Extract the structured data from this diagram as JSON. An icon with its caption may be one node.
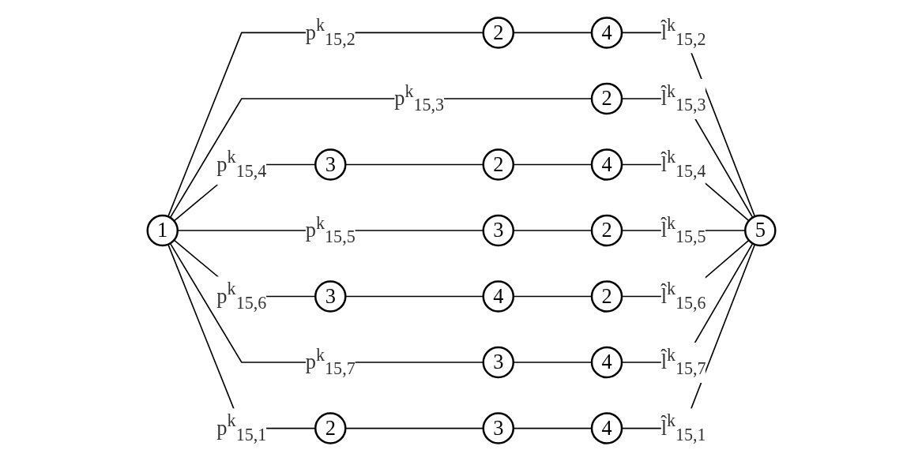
{
  "diagram": {
    "nodes": [
      {
        "text": [
          "2"
        ]
      },
      {
        "text": [
          "3"
        ]
      },
      {
        "text": [
          "4"
        ]
      },
      {
        "text": [
          "2"
        ]
      },
      {
        "text": [
          "4"
        ]
      },
      {
        "text": [
          "2"
        ]
      },
      {
        "text": [
          "1"
        ]
      },
      {
        "text": [
          "3"
        ]
      },
      {
        "text": [
          "2"
        ]
      },
      {
        "text": [
          "4"
        ]
      },
      {
        "text": [
          "5"
        ]
      },
      {
        "text": [
          "3"
        ]
      },
      {
        "text": [
          "2"
        ]
      },
      {
        "text": [
          "3"
        ]
      },
      {
        "text": [
          "4"
        ]
      },
      {
        "text": [
          "2"
        ]
      },
      {
        "text": [
          "3"
        ]
      },
      {
        "text": [
          "4"
        ]
      }
    ],
    "edges": [
      {
        "from": 0,
        "to": 1,
        "arrow": "none"
      },
      {
        "from": 1,
        "to": 2,
        "arrow": "none"
      },
      {
        "from": 6,
        "to": 0,
        "arrow": "none",
        "label": "p$^{k}$$_{15,1}$"
      },
      {
        "from": 6,
        "to": 3,
        "arrow": "none",
        "label": "p$^{k}$$_{15,2}$"
      },
      {
        "from": 3,
        "to": 4,
        "arrow": "none"
      },
      {
        "from": 4,
        "to": 10,
        "arrow": "none",
        "label": "l̂$^{k}$$_{15,2}$"
      },
      {
        "from": 6,
        "to": 5,
        "arrow": "none",
        "label": "p$^{k}$$_{15,3}$"
      },
      {
        "from": 5,
        "to": 10,
        "arrow": "none",
        "label": "l̂$^{k}$$_{15,3}$"
      },
      {
        "from": 6,
        "to": 7,
        "arrow": "none",
        "label": "p$^{k}$$_{15,4}$"
      },
      {
        "from": 7,
        "to": 8,
        "arrow": "none"
      },
      {
        "from": 8,
        "to": 9,
        "arrow": "none"
      },
      {
        "from": 9,
        "to": 10,
        "arrow": "none",
        "label": "l̂$^{k}$$_{15,4}$"
      },
      {
        "from": 6,
        "to": 11,
        "arrow": "none",
        "label": "p$^{k}$$_{15,5}$"
      },
      {
        "from": 11,
        "to": 12,
        "arrow": "none"
      },
      {
        "from": 12,
        "to": 10,
        "arrow": "none",
        "label": "l̂$^{k}$$_{15,5}$"
      },
      {
        "from": 6,
        "to": 13,
        "arrow": "none",
        "label": "p$^{k}$$_{15,6}$"
      },
      {
        "from": 13,
        "to": 14,
        "arrow": "none"
      },
      {
        "from": 14,
        "to": 15,
        "arrow": "none"
      },
      {
        "from": 15,
        "to": 10,
        "arrow": "none",
        "label": "l̂$^{k}$$_{15,6}$"
      },
      {
        "from": 6,
        "to": 16,
        "arrow": "none",
        "label": "p$^{k}$$_{15,7}$"
      },
      {
        "from": 16,
        "to": 17,
        "arrow": "none"
      },
      {
        "from": 17,
        "to": 10,
        "arrow": "none",
        "label": "l̂$^{k}$$_{15,7}$"
      },
      {
        "from": 2,
        "to": 10,
        "arrow": "none",
        "label": "l̂$^{k}$$_{15,1}$"
      }
    ]
  }
}
